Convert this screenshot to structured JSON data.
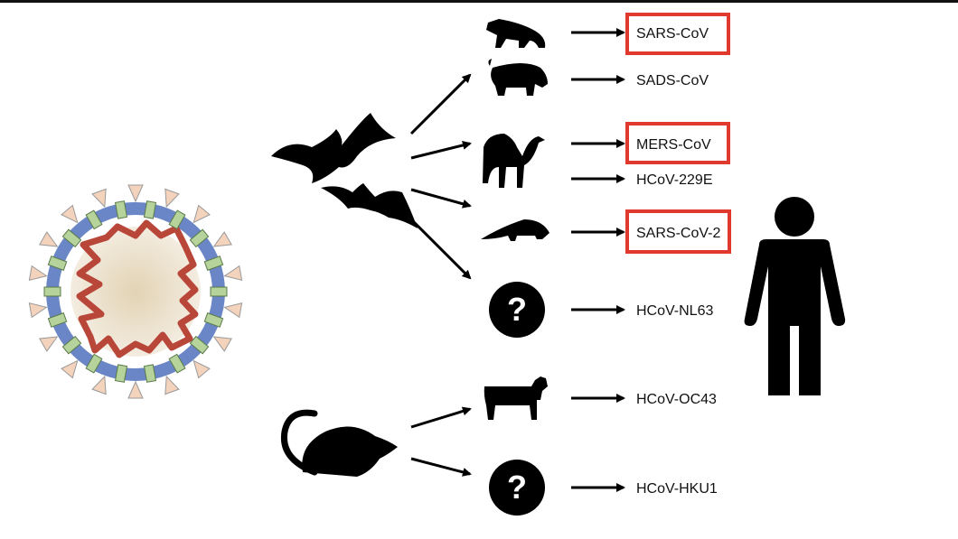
{
  "labels": {
    "sars": "SARS-CoV",
    "sads": "SADS-CoV",
    "mers": "MERS-CoV",
    "hcov229e": "HCoV-229E",
    "sars2": "SARS-CoV-2",
    "nl63": "HCoV-NL63",
    "oc43": "HCoV-OC43",
    "hku1": "HCoV-HKU1"
  },
  "unknown_symbol": "?",
  "colors": {
    "highlight": "#e03a2f",
    "ink": "#000000"
  }
}
